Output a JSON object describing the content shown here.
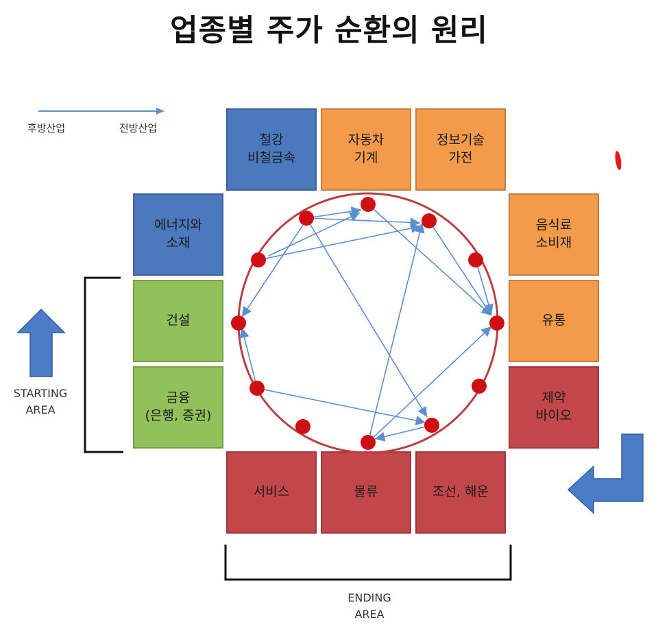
{
  "title": "업종별 주가 순환의 원리",
  "legend": {
    "from": "후방산업",
    "to": "전방산업"
  },
  "sectors": [
    {
      "id": "steel",
      "label": "철강\n비철금속",
      "color": "#4a79bd"
    },
    {
      "id": "auto",
      "label": "자동차\n기계",
      "color": "#f39b4b"
    },
    {
      "id": "it",
      "label": "정보기술\n가전",
      "color": "#f39b4b"
    },
    {
      "id": "energy",
      "label": "에너지와\n소재",
      "color": "#4a79bd"
    },
    {
      "id": "food",
      "label": "음식료\n소비재",
      "color": "#f39b4b"
    },
    {
      "id": "construction",
      "label": "건설",
      "color": "#92c05a"
    },
    {
      "id": "retail",
      "label": "유통",
      "color": "#f39b4b"
    },
    {
      "id": "finance",
      "label": "금융\n(은행, 증권)",
      "color": "#92c05a"
    },
    {
      "id": "pharma",
      "label": "제약\n바이오",
      "color": "#c1474a"
    },
    {
      "id": "service",
      "label": "서비스",
      "color": "#c1474a"
    },
    {
      "id": "logistics",
      "label": "물류",
      "color": "#c1474a"
    },
    {
      "id": "shipping",
      "label": "조선, 해운",
      "color": "#c1474a"
    }
  ],
  "starting_area": "STARTING\nAREA",
  "ending_area": "ENDING\nAREA",
  "colors": {
    "circle": "#b94040",
    "node": "#d00f14",
    "arrow": "#5b8fd0",
    "big_arrow": "#4b7dc6"
  }
}
